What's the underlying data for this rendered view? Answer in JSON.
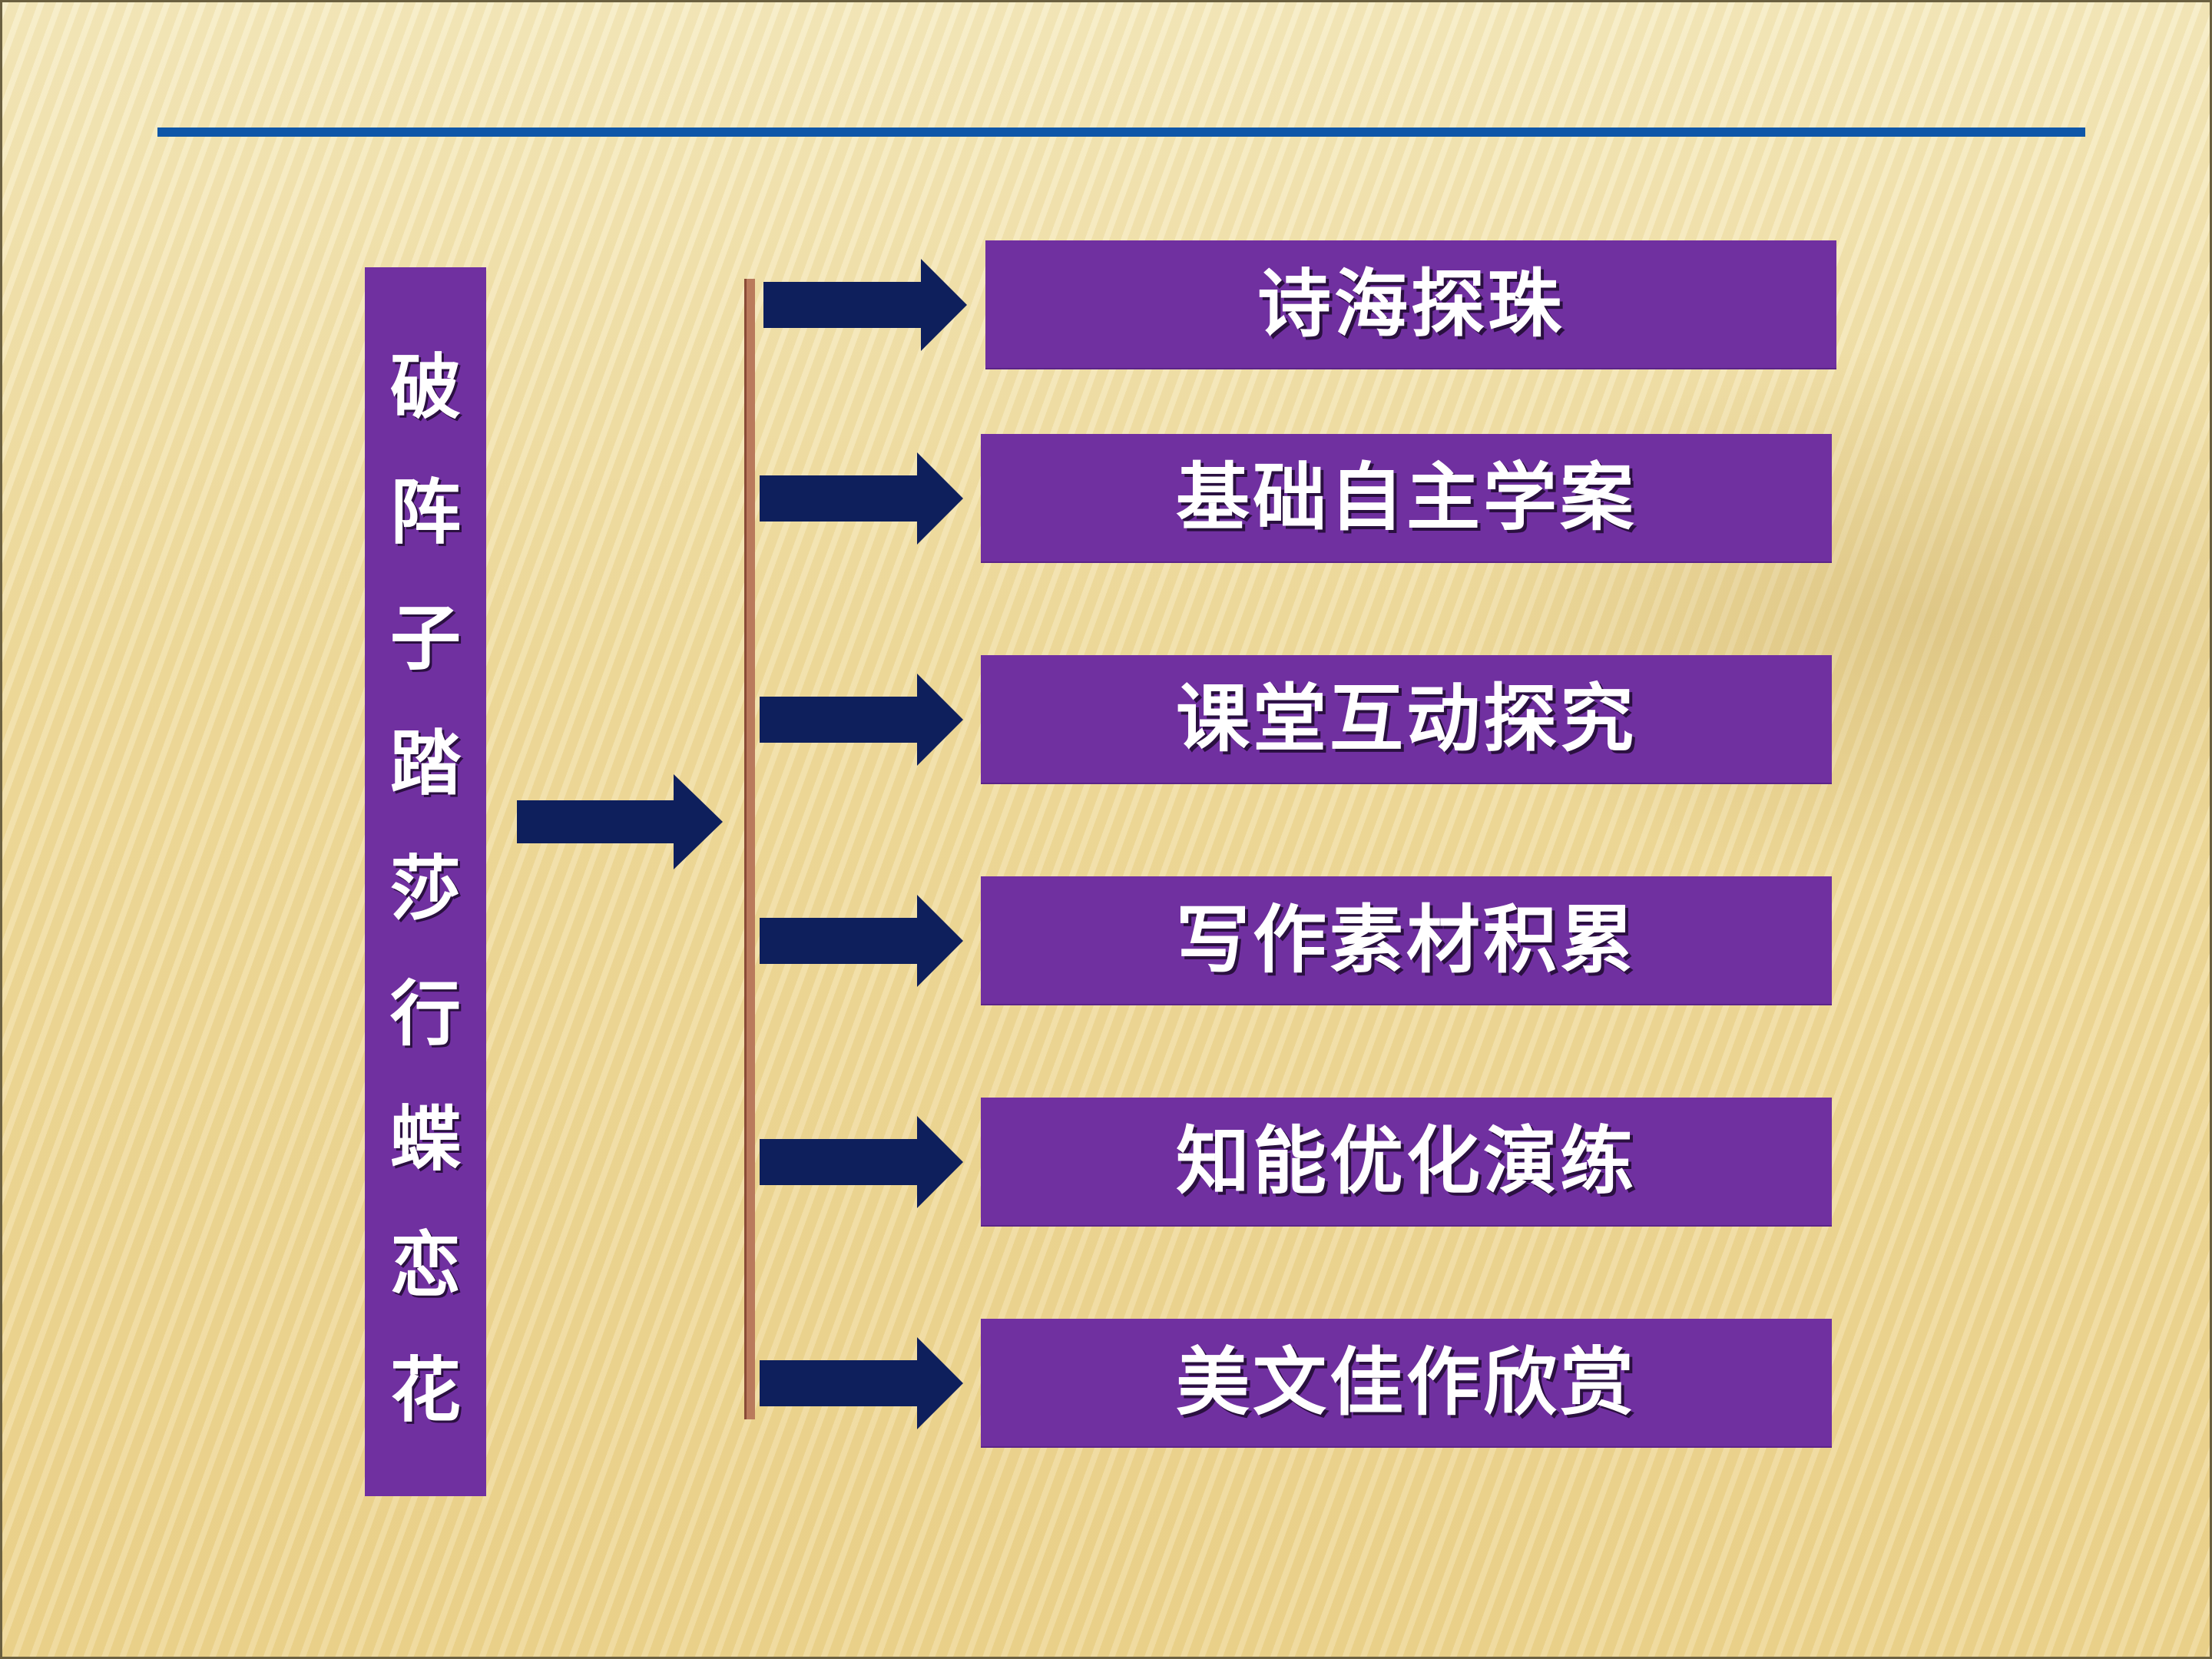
{
  "title_column": {
    "chars": [
      "破",
      "阵",
      "子",
      "踏",
      "莎",
      "行",
      "蝶",
      "恋",
      "花"
    ]
  },
  "items": [
    {
      "label": "诗海探珠"
    },
    {
      "label": "基础自主学案"
    },
    {
      "label": "课堂互动探究"
    },
    {
      "label": "写作素材积累"
    },
    {
      "label": "知能优化演练"
    },
    {
      "label": "美文佳作欣赏"
    }
  ],
  "colors": {
    "box_fill": "#7030a0",
    "arrow_fill": "#0e1f5c",
    "rule": "#0e56a8",
    "connector": "#b97a5c",
    "background": "#f1dfa4"
  },
  "icons": {
    "arrow": "right-arrow-icon"
  }
}
